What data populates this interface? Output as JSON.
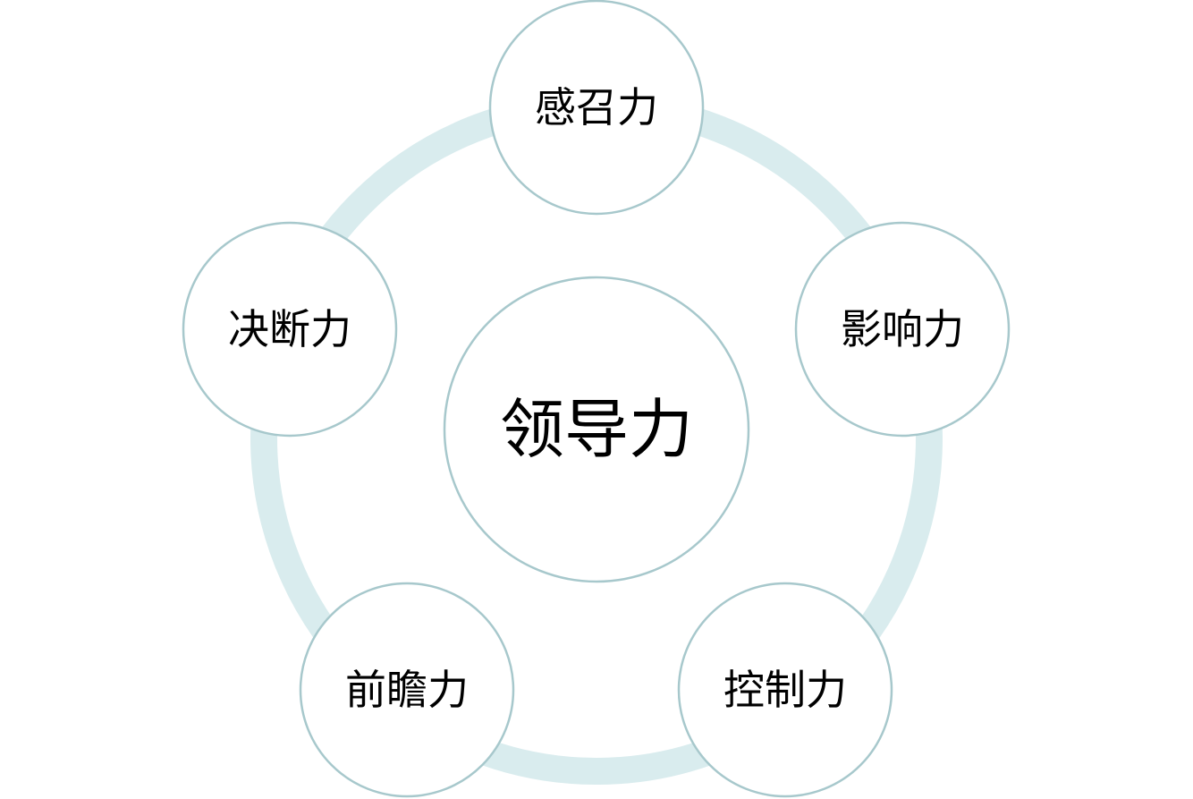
{
  "diagram": {
    "center": {
      "label": "领导力"
    },
    "nodes": [
      {
        "label": "感召力"
      },
      {
        "label": "影响力"
      },
      {
        "label": "控制力"
      },
      {
        "label": "前瞻力"
      },
      {
        "label": "决断力"
      }
    ]
  },
  "colors": {
    "ring": "#d9ecee",
    "circle_stroke": "#a7c8cc",
    "circle_fill": "#ffffff",
    "text": "#000000",
    "background": "#ffffff"
  }
}
